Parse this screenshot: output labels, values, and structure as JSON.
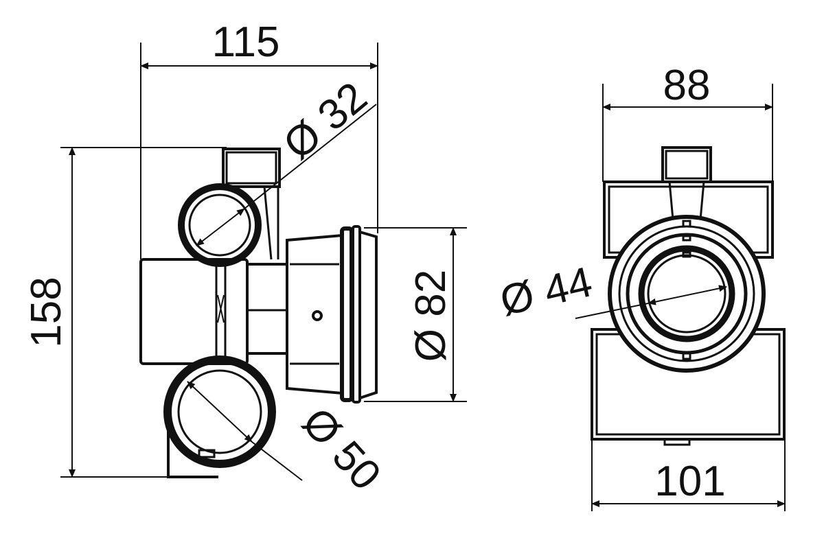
{
  "dimensions": {
    "width_overall": "115",
    "height_overall": "158",
    "dia_top_port": "Ø 32",
    "dia_outlet": "Ø 82",
    "dia_bottom_port": "Ø 50",
    "width_side_top": "88",
    "dia_side_bore": "Ø 44",
    "width_side_bottom": "101"
  },
  "colors": {
    "line": "#111111",
    "background": "#ffffff"
  }
}
